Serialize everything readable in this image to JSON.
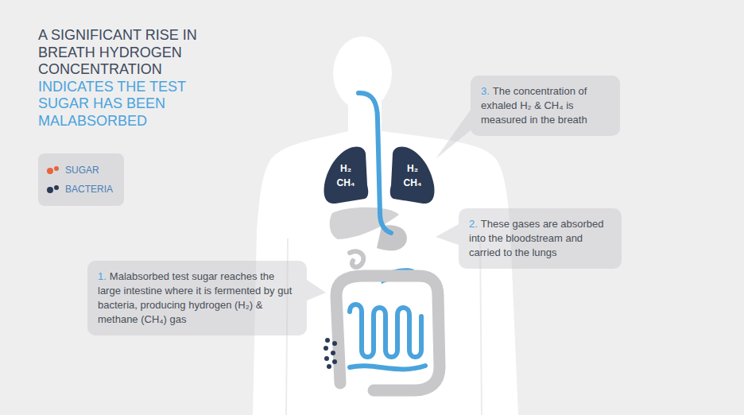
{
  "diagram": {
    "title": "A SIGNIFICANT RISE IN BREATH HYDROGEN CONCENTRATION",
    "nodes": [
      {
        "text": [
          "3.",
          "The concentration of exhaled H₂ & CH₄ is measured in the breath"
        ]
      },
      {
        "text": [
          "H₂",
          "CH₄"
        ]
      },
      {
        "text": [
          "H₂",
          "CH₄"
        ]
      },
      {
        "text": [
          "2.",
          "These gases are absorbed into the bloodstream and carried to the lungs"
        ]
      },
      {
        "text": [
          "1.",
          "Malabsorbed test sugar reaches the large intestine where it is fermented by gut bacteria, producing hydrogen (H₂) & methane (CH₄) gas"
        ]
      }
    ],
    "labels": [
      "INDICATES THE TEST SUGAR HAS BEEN MALABSORBED"
    ],
    "legend": [
      {
        "text": "SUGAR",
        "color": "#e8643c"
      },
      {
        "text": "BACTERIA",
        "color": "#2b3a55"
      }
    ]
  }
}
